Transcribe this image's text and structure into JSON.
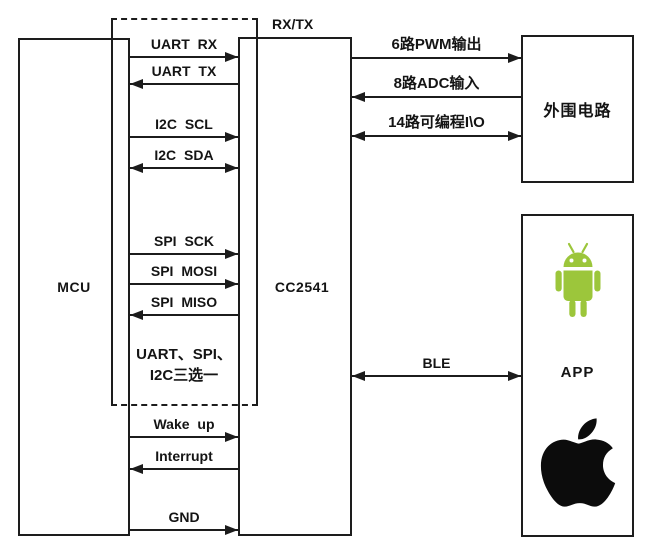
{
  "diagram": {
    "title_blocks": {
      "mcu": {
        "label": "MCU"
      },
      "cc2541": {
        "label": "CC2541",
        "port_label": "RX/TX"
      },
      "peripheral": {
        "label": "外围电路"
      },
      "app": {
        "label": "APP",
        "icons": [
          "android-logo",
          "apple-logo"
        ]
      }
    },
    "note": {
      "line1": "UART、SPI、",
      "line2": "I2C三选一"
    },
    "colors": {
      "line": "#1c1c1c",
      "box_border": "#1d1d1d",
      "android_green": "#9CC63B",
      "apple_black": "#0c0c0c",
      "background": "#ffffff"
    },
    "connections": {
      "mcu_cc2541": [
        {
          "label": "UART RX",
          "dir": "right"
        },
        {
          "label": "UART TX",
          "dir": "left"
        },
        {
          "label": "I2C SCL",
          "dir": "right"
        },
        {
          "label": "I2C SDA",
          "dir": "both"
        },
        {
          "label": "SPI SCK",
          "dir": "right"
        },
        {
          "label": "SPI MOSI",
          "dir": "right"
        },
        {
          "label": "SPI MISO",
          "dir": "left"
        },
        {
          "label": "Wake up",
          "dir": "right"
        },
        {
          "label": "Interrupt",
          "dir": "left"
        },
        {
          "label": "GND",
          "dir": "right"
        }
      ],
      "cc2541_peripheral": [
        {
          "label": "6路PWM输出",
          "dir": "right"
        },
        {
          "label": "8路ADC输入",
          "dir": "left"
        },
        {
          "label": "14路可编程I\\O",
          "dir": "both"
        }
      ],
      "cc2541_app": [
        {
          "label": "BLE",
          "dir": "both"
        }
      ]
    }
  }
}
